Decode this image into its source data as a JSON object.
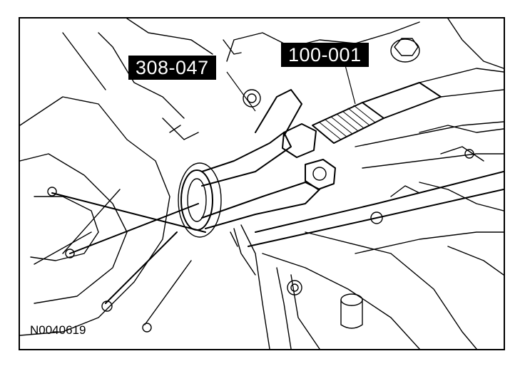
{
  "figure": {
    "figure_id": "N0040619",
    "callouts": [
      {
        "id": "tool-a",
        "text": "308-047"
      },
      {
        "id": "tool-b",
        "text": "100-001"
      }
    ],
    "colors": {
      "ink": "#000000",
      "paper": "#ffffff",
      "callout_bg": "#000000",
      "callout_text": "#ffffff"
    }
  }
}
